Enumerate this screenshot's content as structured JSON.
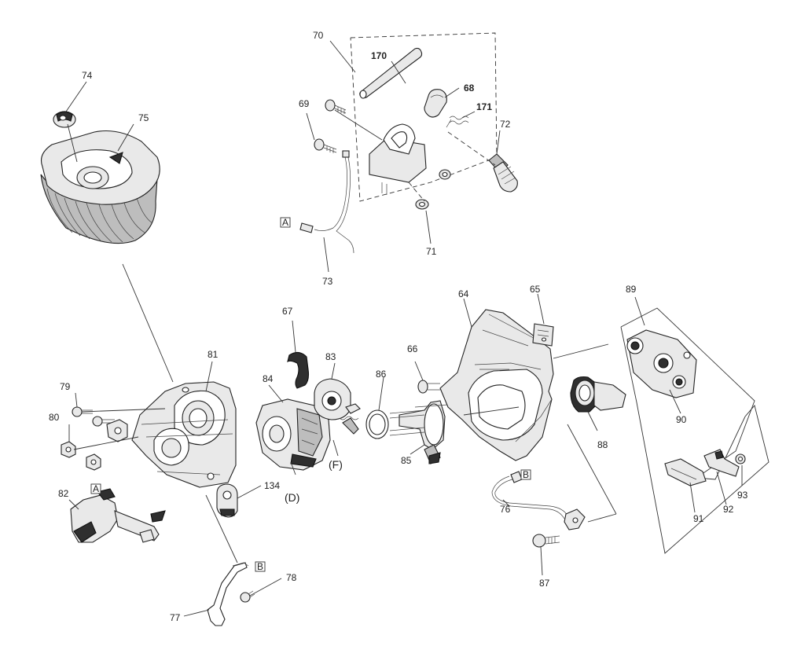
{
  "diagram": {
    "labels": {
      "l64": "64",
      "l65": "65",
      "l66": "66",
      "l67": "67",
      "l68": "68",
      "l69": "69",
      "l70": "70",
      "l71": "71",
      "l72": "72",
      "l73": "73",
      "l74": "74",
      "l75": "75",
      "l76": "76",
      "l77": "77",
      "l78": "78",
      "l79": "79",
      "l80": "80",
      "l81": "81",
      "l82": "82",
      "l83": "83",
      "l84": "84",
      "l85": "85",
      "l86": "86",
      "l87": "87",
      "l88": "88",
      "l89": "89",
      "l90": "90",
      "l91": "91",
      "l92": "92",
      "l93": "93",
      "l134": "134",
      "l170": "170",
      "l171": "171",
      "lD": "(D)",
      "lF": "(F)"
    },
    "connectors": {
      "a1": "A",
      "a2": "A",
      "b1": "B",
      "b2": "B"
    }
  }
}
